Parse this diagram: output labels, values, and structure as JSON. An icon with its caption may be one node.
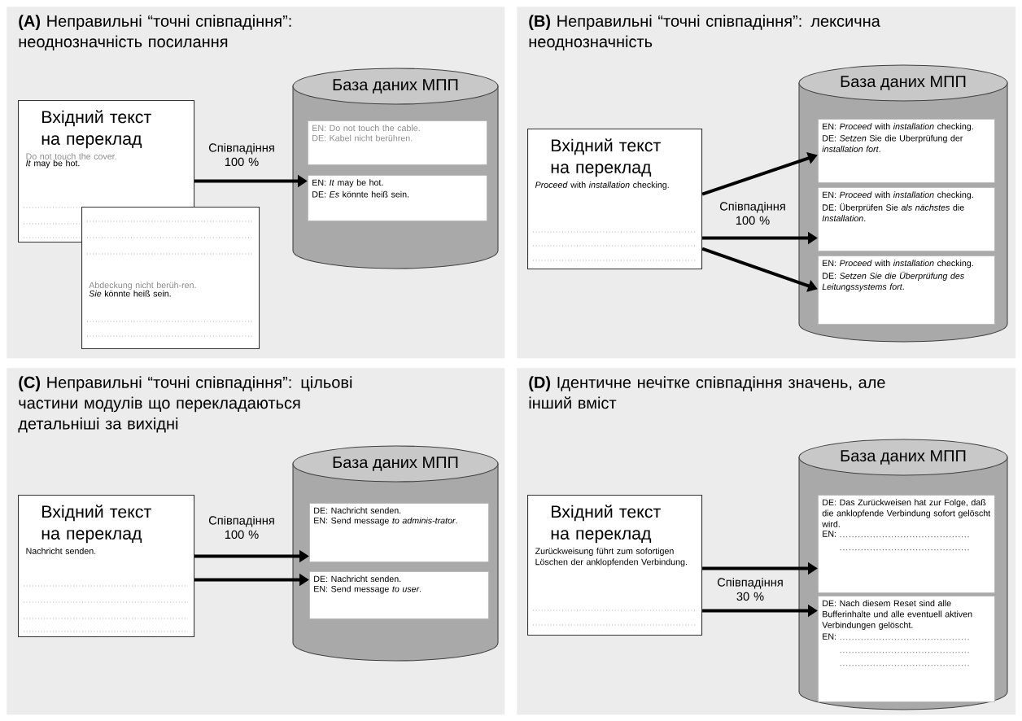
{
  "diagram": {
    "nodes": [
      {
        "text": [
          "**(A)** Неправильні “точні співпадіння”: неоднозначність посилання"
        ]
      },
      {
        "text": [
          "Вхідний текст на переклад",
          "Do not touch the cover.",
          "*It* may be hot."
        ],
        "in": 0
      },
      {
        "text": [
          "Abdeckung nicht berüh-ren.",
          "*Sie* könnte heiß sein."
        ],
        "in": 0
      },
      {
        "text": [
          "База даних МПП"
        ],
        "in": 0
      },
      {
        "text": [
          "EN: Do not touch the cable.",
          "DE: Kabel nicht berühren."
        ],
        "in": 3
      },
      {
        "text": [
          "EN: *It* may be hot.",
          "DE: *Es* könnte heiß sein."
        ],
        "in": 3
      },
      {
        "text": [
          "**(B)** Неправильні “точні співпадіння”: лексична неоднозначність"
        ]
      },
      {
        "text": [
          "Вхідний текст на переклад",
          "*Proceed* with *installation* checking."
        ],
        "in": 6
      },
      {
        "text": [
          "База даних МПП"
        ],
        "in": 6
      },
      {
        "text": [
          "EN: *Proceed* with *installation* checking.",
          "DE: *Setzen* Sie die Uberprüfung der *installation fort*."
        ],
        "in": 8
      },
      {
        "text": [
          "EN: *Proceed* with *installation* checking.",
          "DE: Überprüfen Sie *als nächstes* die *Installation*."
        ],
        "in": 8
      },
      {
        "text": [
          "EN: *Proceed* with *installation* checking.",
          "DE: *Setzen Sie die Überprüfung des Leitungssystems fort*."
        ],
        "in": 8
      },
      {
        "text": [
          "**(C)** Неправильні “точні співпадіння”: цільові частини модулів що перекладаються детальніші за вихідні"
        ]
      },
      {
        "text": [
          "Вхідний текст на переклад",
          "Nachricht senden."
        ],
        "in": 12
      },
      {
        "text": [
          "База даних МПП"
        ],
        "in": 12
      },
      {
        "text": [
          "DE: Nachricht senden.",
          "EN: Send message *to adminis-trator*."
        ],
        "in": 14
      },
      {
        "text": [
          "DE: Nachricht senden.",
          "EN: Send message *to user*."
        ],
        "in": 14
      },
      {
        "text": [
          "**(D)** Ідентичне нечітке співпадіння значень, але інший вміст"
        ]
      },
      {
        "text": [
          "Вхідний текст на переклад",
          "Zurückweisung führt zum sofortigen Löschen der anklopfenden Verbindung."
        ],
        "in": 17
      },
      {
        "text": [
          "База даних МПП"
        ],
        "in": 17
      },
      {
        "text": [
          "DE: Das Zurückweisen hat zur Folge, daß die anklopfende Verbindung sofort gelöscht wird.",
          "EN:"
        ],
        "in": 19
      },
      {
        "text": [
          "DE: Nach diesem Reset sind alle Bufferinhalte und alle eventuell aktiven Verbindungen gelöscht.",
          "EN:"
        ],
        "in": 19
      }
    ],
    "edges": [
      {
        "from": 1,
        "to": 5,
        "arrow": "to",
        "label": "Співпадіння 100 %"
      },
      {
        "from": 7,
        "to": 9,
        "arrow": "to"
      },
      {
        "from": 7,
        "to": 10,
        "arrow": "to",
        "label": "Співпадіння 100 %"
      },
      {
        "from": 7,
        "to": 11,
        "arrow": "to"
      },
      {
        "from": 13,
        "to": 15,
        "arrow": "to",
        "label": "Співпадіння 100 %"
      },
      {
        "from": 13,
        "to": 16,
        "arrow": "to"
      },
      {
        "from": 18,
        "to": 20,
        "arrow": "to",
        "label": "Співпадіння 30 %"
      },
      {
        "from": 18,
        "to": 21,
        "arrow": "to"
      }
    ]
  }
}
